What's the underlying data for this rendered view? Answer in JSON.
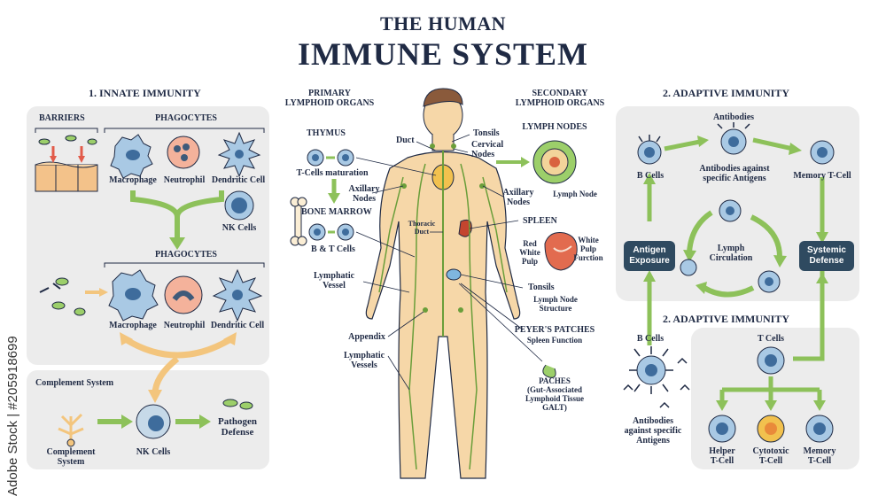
{
  "title": {
    "line1": "THE HUMAN",
    "line2": "IMMUNE SYSTEM"
  },
  "watermark": "Adobe Stock | #205918699",
  "innate": {
    "heading": "1. INNATE IMMUNITY",
    "barriers": "BARRIERS",
    "phagocytes_top": "PHAGOCYTES",
    "macrophage": "Macrophage",
    "neutrophil": "Neutrophil",
    "dendritic": "Dendritic Cell",
    "nk_cells": "NK Cells",
    "phagocytes_mid": "PHAGOCYTES",
    "macrophage2": "Macrophage",
    "neutrophil2": "Neutrophil",
    "dendritic2": "Dendritic Cell",
    "complement_system": "Complement System",
    "complement_label": "Complement\nSystem",
    "nk_cells2": "NK Cells",
    "pathogen_defense": "Pathogen\nDefense"
  },
  "center": {
    "primary": "PRIMARY\nLYMPHOID ORGANS",
    "secondary": "SECONDARY\nLYMPHOID ORGANS",
    "thymus": "THYMUS",
    "tcell_maturation": "T-Cells maturation",
    "bone_marrow": "BONE MARROW",
    "bt_cells": "B & T Cells",
    "duct": "Duct",
    "tonsils_top": "Tonsils",
    "cervical_nodes": "Cervical\nNodes",
    "axillary_left": "Axillary\nNodes",
    "axillary_right": "Axillary\nNodes",
    "thoracic_duct": "Thoracic\nDuct",
    "lymphatic_vessel": "Lymphatic\nVessel",
    "appendix": "Appendix",
    "lymphatic_vessels": "Lymphatic\nVessels",
    "lymph_nodes": "LYMPH NODES",
    "lymph_node": "Lymph Node",
    "spleen": "SPLEEN",
    "red_white_pulp": "Red\nWhite\nPulp",
    "white_pulp": "White\nPulp\nFurction",
    "tonsils": "Tonsils",
    "lymph_node_structure": "Lymph Node\nStructure",
    "peyers_patches": "PEYER'S PATCHES",
    "spleen_function": "Spleen Function",
    "paches": "PACHES\n(Gut-Associated\nLymphoid Tissue\nGALT)"
  },
  "adaptive": {
    "heading": "2. ADAPTIVE IMMUNITY",
    "antibodies": "Antibodies",
    "b_cells": "B Cells",
    "antibodies_against": "Antibodies against\nspecific Antigens",
    "memory_tcell": "Memory T-Cell",
    "antigen_exposure": "Antigen\nExposure",
    "lymph_circulation": "Lymph\nCirculation",
    "systemic_defense": "Systemic\nDefense",
    "heading2": "2. ADAPTIVE IMMUNITY",
    "b_cells2": "B Cells",
    "t_cells": "T Cells",
    "antibodies_against2": "Antibodies\nagainst specific\nAntigens",
    "helper": "Helper\nT-Cell",
    "cytotoxic": "Cytotoxic\nT-Cell",
    "memory": "Memory\nT-Cell"
  },
  "colors": {
    "navy": "#1f2a44",
    "panel": "#ececec",
    "arrow_green": "#8dc15a",
    "arrow_orange": "#f3c57d",
    "cell_blue": "#8fb8d8",
    "body_skin": "#f6d7a8",
    "lymph_green": "#6a9e3a",
    "box_navy": "#2f4a60"
  }
}
